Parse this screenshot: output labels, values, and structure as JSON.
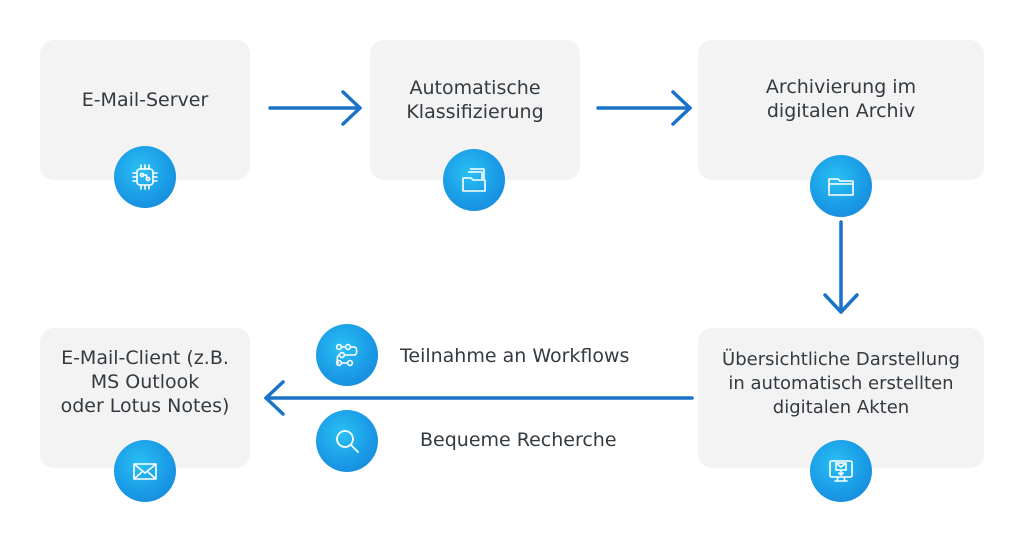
{
  "nodes": {
    "email_server": {
      "label": "E-Mail-Server",
      "icon": "cpu-chip-icon"
    },
    "classification": {
      "label": "Automatische\nKlassifizierung",
      "icon": "folder-documents-icon"
    },
    "archive": {
      "label": "Archivierung im\ndigitalen Archiv",
      "icon": "folder-icon"
    },
    "digital_files": {
      "label": "Übersichtliche Darstellung\nin automatisch erstellten\ndigitalen Akten",
      "icon": "monitor-mail-icon"
    },
    "email_client": {
      "label": "E-Mail-Client (z.B.\nMS Outlook\noder Lotus Notes)",
      "icon": "envelope-icon"
    }
  },
  "features": {
    "workflows": {
      "label": "Teilnahme an Workflows",
      "icon": "workflow-icon"
    },
    "search": {
      "label": "Bequeme Recherche",
      "icon": "magnifier-icon"
    }
  },
  "colors": {
    "arrow": "#1a73c8",
    "box": "#f3f3f3",
    "icon_gradient": [
      "#2ac0f4",
      "#1580d6"
    ]
  }
}
